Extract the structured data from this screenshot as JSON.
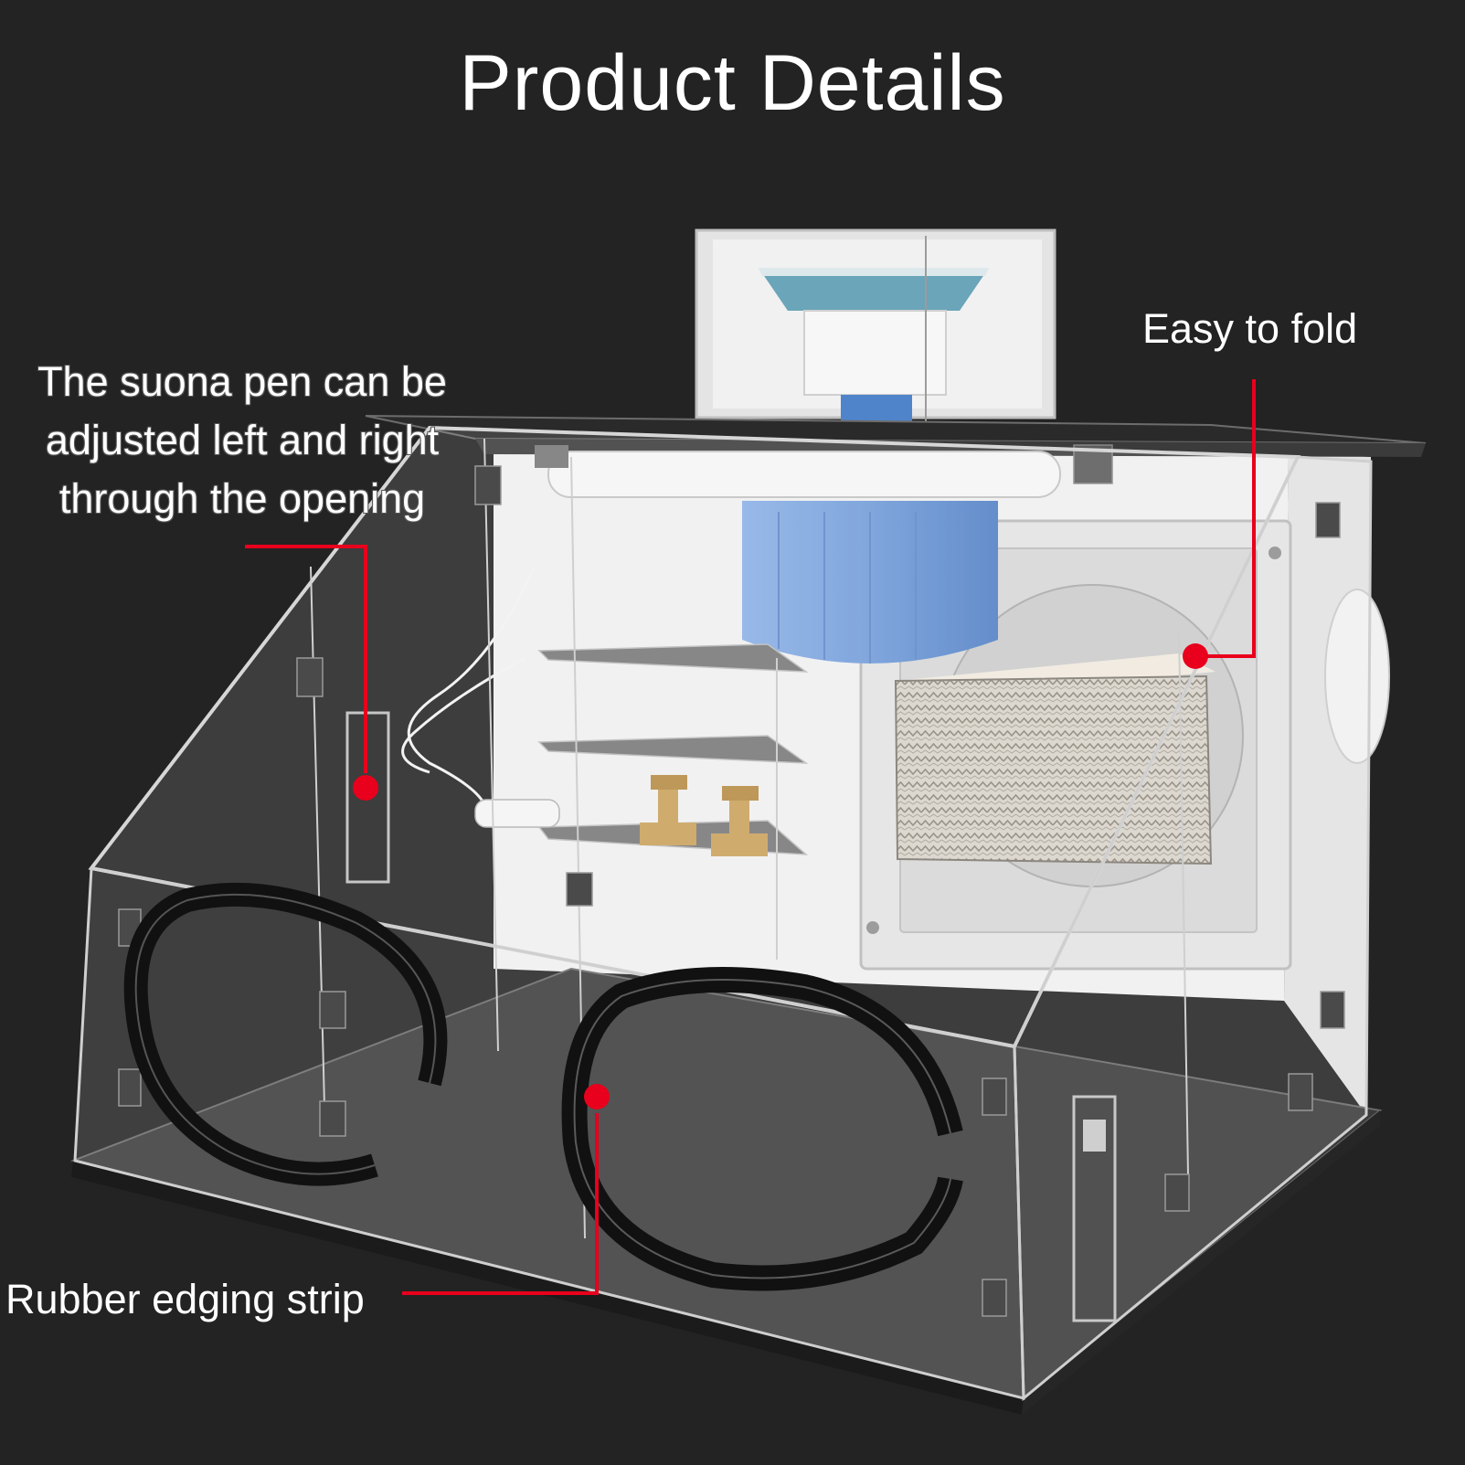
{
  "title": "Product Details",
  "colors": {
    "background": "#232323",
    "accent": "#e8001c",
    "fan_blue": "#6f9ad8",
    "text": "#ffffff"
  },
  "callouts": {
    "pen": {
      "lines": [
        "The suona pen can be",
        "adjusted left and right",
        "through the opening"
      ]
    },
    "fold": {
      "label": "Easy to fold"
    },
    "rubber": {
      "label": "Rubber edging strip"
    }
  }
}
